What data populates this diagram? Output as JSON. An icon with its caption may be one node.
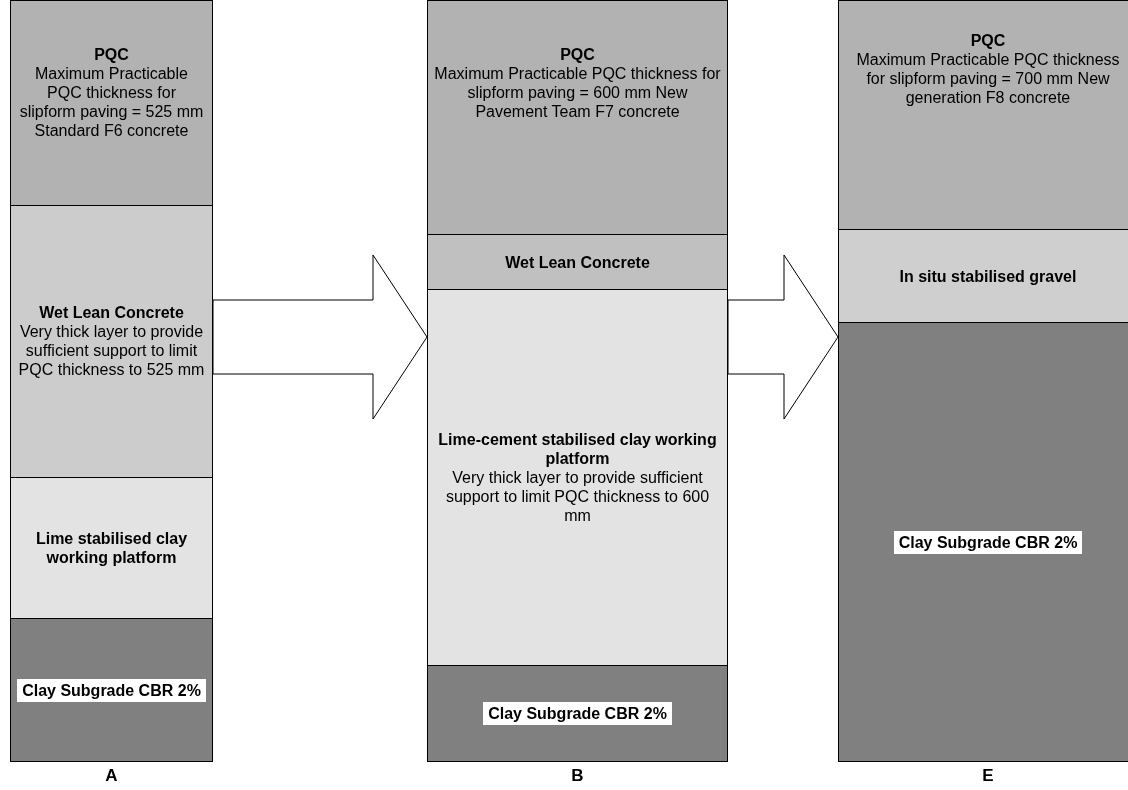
{
  "diagram": {
    "nodes": [
      {
        "text": [
          "A"
        ]
      },
      {
        "text": [
          "PQC",
          "Maximum Practicable PQC thickness for slipform paving = 525 mm Standard F6 concrete"
        ],
        "in": 0
      },
      {
        "text": [
          "Wet Lean Concrete",
          "Very thick layer to provide sufficient support to limit PQC thickness to 525 mm"
        ],
        "in": 0
      },
      {
        "text": [
          "Lime stabilised clay working platform"
        ],
        "in": 0
      },
      {
        "text": [
          "Clay Subgrade CBR 2%"
        ],
        "in": 0
      },
      {
        "text": [
          "B"
        ]
      },
      {
        "text": [
          "PQC",
          "Maximum Practicable PQC thickness for slipform paving = 600 mm New Pavement Team F7 concrete"
        ],
        "in": 5
      },
      {
        "text": [
          "Wet Lean Concrete"
        ],
        "in": 5
      },
      {
        "text": [
          "Lime-cement stabilised clay working platform",
          "Very thick layer to provide sufficient support to limit PQC thickness to 600 mm"
        ],
        "in": 5
      },
      {
        "text": [
          "Clay Subgrade CBR 2%"
        ],
        "in": 5
      },
      {
        "text": [
          "E"
        ]
      },
      {
        "text": [
          "PQC",
          "Maximum Practicable PQC thickness for slipform paving = 700 mm New generation F8 concrete"
        ],
        "in": 10
      },
      {
        "text": [
          "In situ stabilised gravel"
        ],
        "in": 10
      },
      {
        "text": [
          "Clay Subgrade CBR 2%"
        ],
        "in": 10
      }
    ],
    "edges": [
      {
        "from": 0,
        "to": 5,
        "arrow": "to"
      },
      {
        "from": 5,
        "to": 10,
        "arrow": "to"
      }
    ]
  }
}
